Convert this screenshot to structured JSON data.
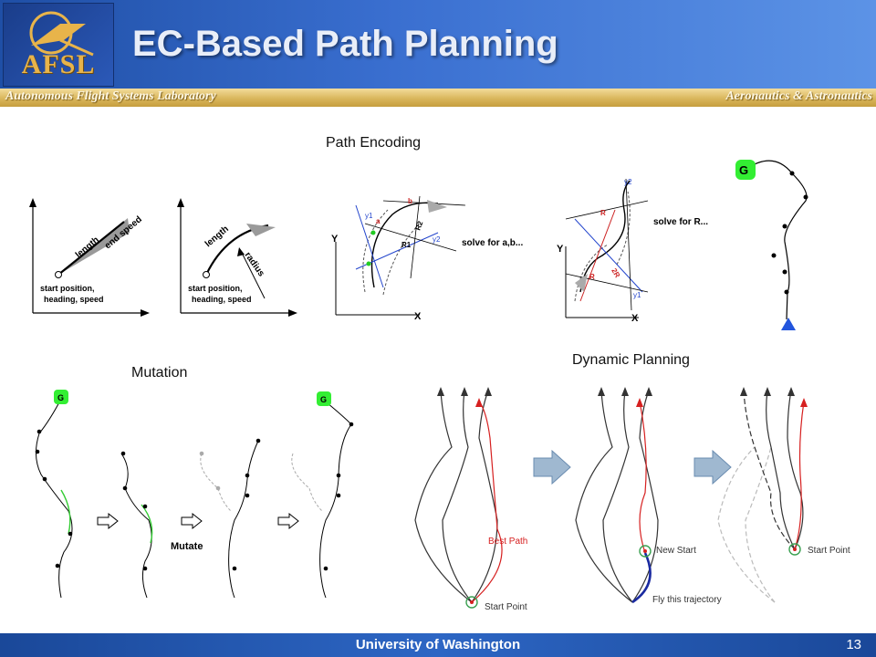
{
  "header": {
    "title": "EC-Based Path Planning",
    "logo_text": "AFSL",
    "lab_name": "Autonomous Flight Systems Laboratory",
    "department": "Aeronautics & Astronautics"
  },
  "footer": {
    "university": "University of Washington",
    "page_number": "13"
  },
  "sections": {
    "path_encoding": "Path Encoding",
    "mutation": "Mutation",
    "dynamic_planning": "Dynamic Planning"
  },
  "encoding": {
    "fig1": {
      "along": "length",
      "tip": "end speed",
      "start": [
        "start position,",
        "heading, speed"
      ]
    },
    "fig2": {
      "along": "length",
      "tip": "radius",
      "start": [
        "start position,",
        "heading, speed"
      ]
    },
    "fig3": {
      "solve": "solve for a,b...",
      "y_axis": "Y",
      "x_axis": "X",
      "a": "a",
      "b": "b",
      "r1": "R1",
      "r2": "R2",
      "y1": "y1",
      "y2": "y2"
    },
    "fig4": {
      "solve": "solve for R...",
      "y_axis": "Y",
      "x_axis": "X",
      "r": "R",
      "r2": "2R",
      "y1": "y1",
      "y2": "y2"
    },
    "goal_marker": "G"
  },
  "mutation": {
    "goal_marker": "G",
    "label": "Mutate"
  },
  "dynamic": {
    "best_path": "Best Path",
    "start_point": "Start Point",
    "new_start": "New Start",
    "fly_trajectory": "Fly this trajectory"
  },
  "colors": {
    "header_blue": "#2b5fc0",
    "gold_bar": "#d9b65c",
    "best_path_red": "#d62020",
    "trajectory_blue": "#1a2aa0",
    "goal_green": "#33ee33",
    "start_marker_green": "#3aa050",
    "mutation_green": "#33cc33",
    "arrow_fill": "#9fb8d0"
  },
  "icons": {
    "logo": "afsl-logo-icon",
    "goal": "goal-marker-icon",
    "start": "start-triangle-icon",
    "flow": "flow-arrow-icon"
  }
}
